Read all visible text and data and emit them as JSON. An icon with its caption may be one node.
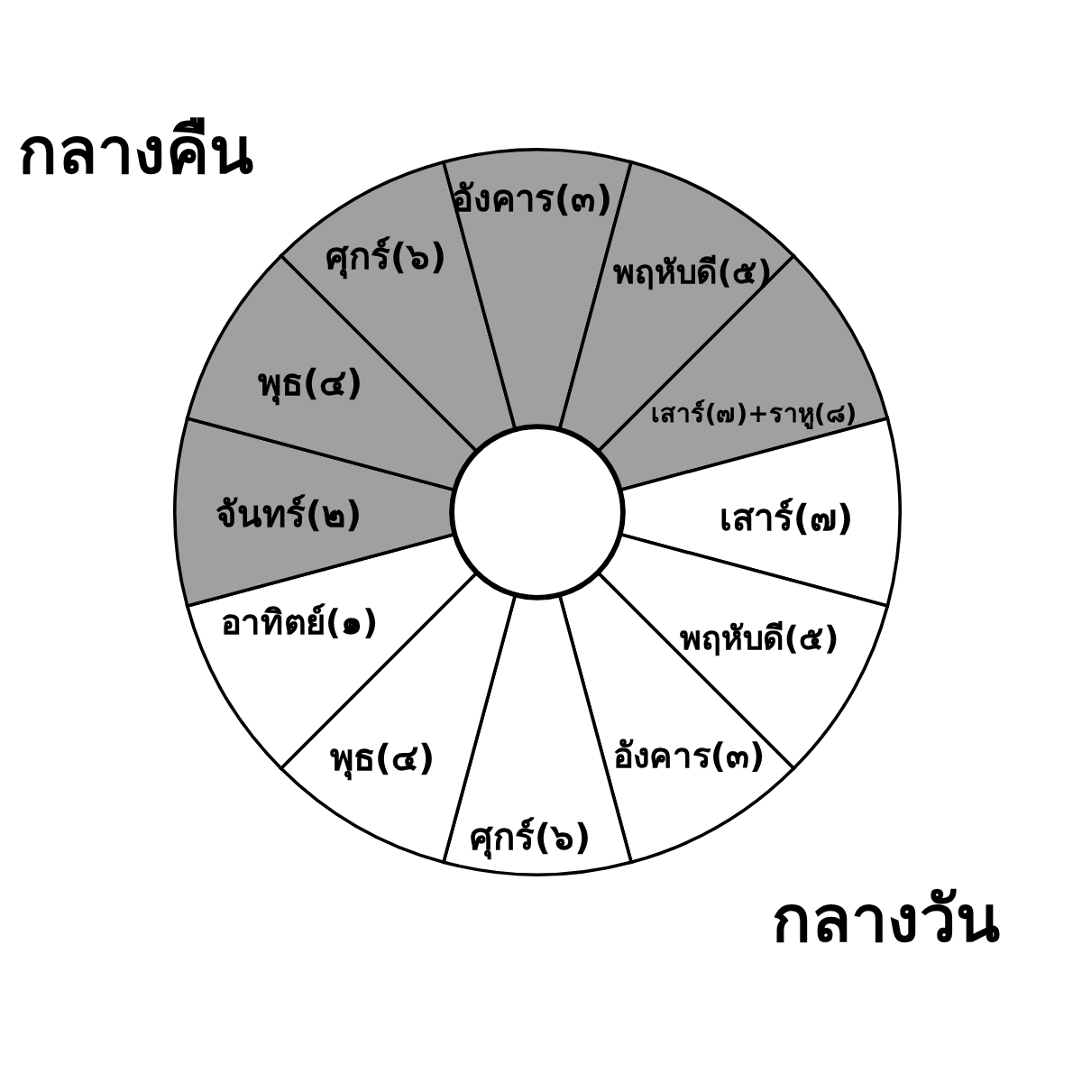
{
  "diagram": {
    "nodes": [
      {
        "text": [
          "ศุกร์(๖)"
        ]
      },
      {
        "text": [
          "อังคาร(๓)"
        ]
      },
      {
        "text": [
          "พฤหับดี(๕)"
        ]
      },
      {
        "text": [
          "เสาร์(๗)+ราหู(๘)"
        ]
      },
      {
        "text": [
          "เสาร์(๗)"
        ]
      },
      {
        "text": [
          "พฤหับดี(๕)"
        ]
      },
      {
        "text": [
          "อังคาร(๓)"
        ]
      },
      {
        "text": [
          "ศุกร์(๖)"
        ]
      },
      {
        "text": [
          "พุธ(๔)"
        ]
      },
      {
        "text": [
          "อาทิตย์(๑)"
        ]
      },
      {
        "text": [
          "จันทร์(๒)"
        ]
      },
      {
        "text": [
          "พุธ(๔)"
        ]
      },
      {
        "text": [],
        "shape": "circle"
      }
    ],
    "labels": [
      "กลางคืน",
      "กลางวัน"
    ]
  }
}
